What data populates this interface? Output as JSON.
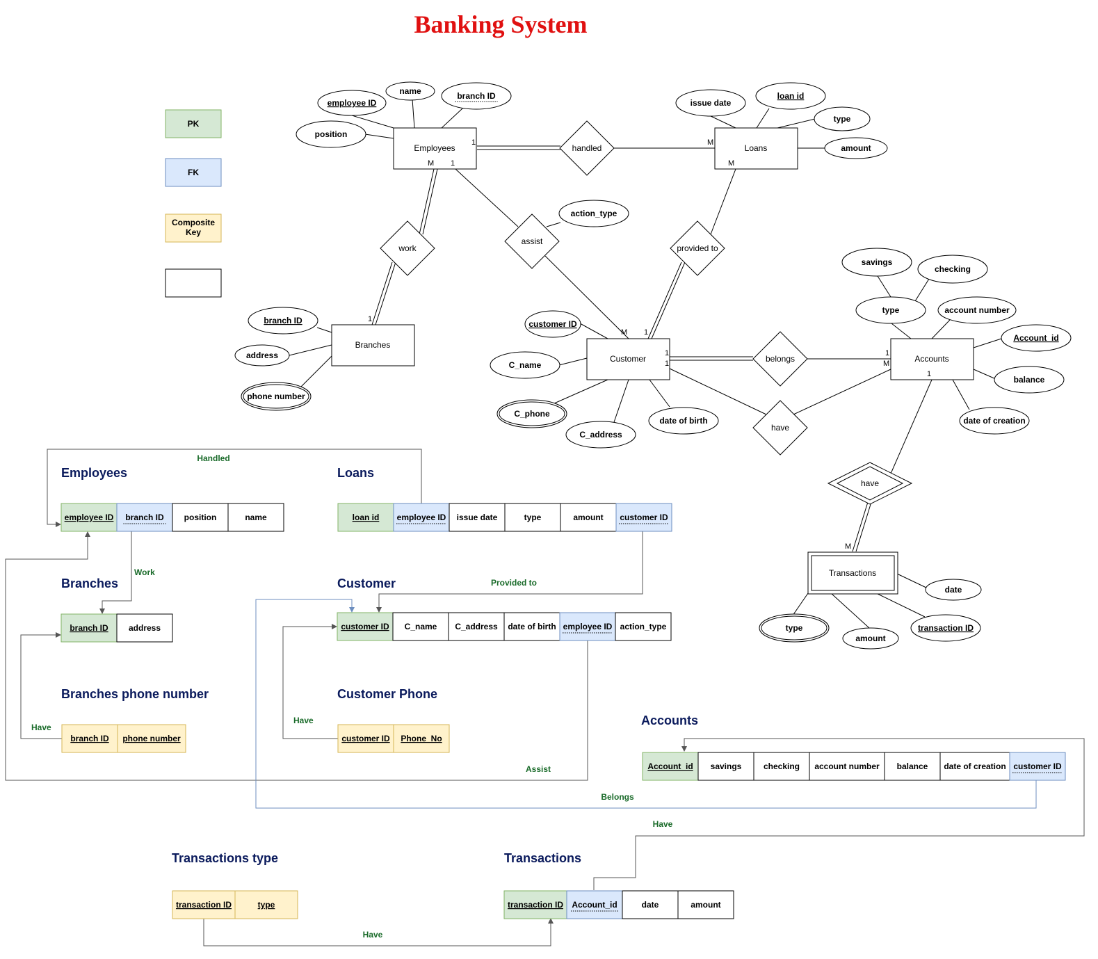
{
  "title": "Banking System",
  "legend": [
    {
      "label": "PK",
      "fill": "#d5e8d4",
      "stroke": "#82b366"
    },
    {
      "label": "FK",
      "fill": "#dae8fc",
      "stroke": "#6c8ebf"
    },
    {
      "label": "Composite Key",
      "fill": "#fff2cc",
      "stroke": "#d6b656"
    },
    {
      "label": "",
      "fill": "#ffffff",
      "stroke": "#000000"
    }
  ],
  "er": {
    "entities": {
      "employees": "Employees",
      "loans": "Loans",
      "branches": "Branches",
      "customer": "Customer",
      "accounts": "Accounts",
      "transactions": "Transactions"
    },
    "relationships": {
      "handled": "handled",
      "work": "work",
      "assist": "assist",
      "provided_to": "provided to",
      "belongs": "belongs",
      "have_customer_accounts": "have",
      "have_accounts_transactions": "have"
    },
    "attributes": {
      "emp_name": "name",
      "emp_id": "employee ID",
      "emp_branch_id": "branch ID",
      "emp_position": "position",
      "loan_issue_date": "issue date",
      "loan_id": "loan id",
      "loan_type": "type",
      "loan_amount": "amount",
      "action_type": "action_type",
      "branch_id": "branch ID",
      "branch_address": "address",
      "branch_phone": "phone number",
      "cust_id": "customer ID",
      "cust_name": "C_name",
      "cust_phone": "C_phone",
      "cust_address": "C_address",
      "cust_dob": "date of birth",
      "acc_savings": "savings",
      "acc_checking": "checking",
      "acc_type": "type",
      "acc_number": "account number",
      "acc_id": "Account_id",
      "acc_balance": "balance",
      "acc_date": "date of creation",
      "tr_date": "date",
      "tr_type": "type",
      "tr_amount": "amount",
      "tr_id": "transaction ID"
    },
    "cardinalities": {
      "emp_handled": "1",
      "emp_work": "M",
      "emp_assist": "1",
      "loans_handled": "M",
      "loans_provided": "M",
      "branches_work": "1",
      "cust_assist": "M",
      "cust_provided": "1",
      "cust_belongs": "1",
      "cust_have": "1",
      "acc_belongs": "1",
      "acc_have": "M",
      "acc_trans": "1",
      "trans_have": "M"
    }
  },
  "tables": {
    "employees": {
      "title": "Employees",
      "columns": [
        "employee ID",
        "branch ID",
        "position",
        "name"
      ]
    },
    "loans": {
      "title": "Loans",
      "columns": [
        "loan id",
        "employee ID",
        "issue date",
        "type",
        "amount",
        "customer ID"
      ]
    },
    "branches": {
      "title": "Branches",
      "columns": [
        "branch ID",
        "address"
      ]
    },
    "customer": {
      "title": "Customer",
      "columns": [
        "customer ID",
        "C_name",
        "C_address",
        "date of birth",
        "employee ID",
        "action_type"
      ]
    },
    "branches_phone": {
      "title": "Branches phone number",
      "columns": [
        "branch ID",
        "phone number"
      ]
    },
    "customer_phone": {
      "title": "Customer Phone",
      "columns": [
        "customer ID",
        "Phone_No"
      ]
    },
    "accounts": {
      "title": "Accounts",
      "columns": [
        "Account_id",
        "savings",
        "checking",
        "account number",
        "balance",
        "date of creation",
        "customer ID"
      ]
    },
    "transactions_type": {
      "title": "Transactions type",
      "columns": [
        "transaction ID",
        "type"
      ]
    },
    "transactions": {
      "title": "Transactions",
      "columns": [
        "transaction ID",
        "Account_id",
        "date",
        "amount"
      ]
    }
  },
  "relations": {
    "handled": "Handled",
    "work": "Work",
    "provided_to": "Provided to",
    "have_branch_phone": "Have",
    "have_customer_phone": "Have",
    "assist": "Assist",
    "belongs": "Belongs",
    "have_accounts": "Have",
    "have_transactions": "Have"
  },
  "colors": {
    "title": "#e01010",
    "table_title": "#0a1a5c",
    "relation_label": "#1a6b2a",
    "pk": "#d5e8d4",
    "fk": "#dae8fc",
    "composite": "#fff2cc"
  }
}
